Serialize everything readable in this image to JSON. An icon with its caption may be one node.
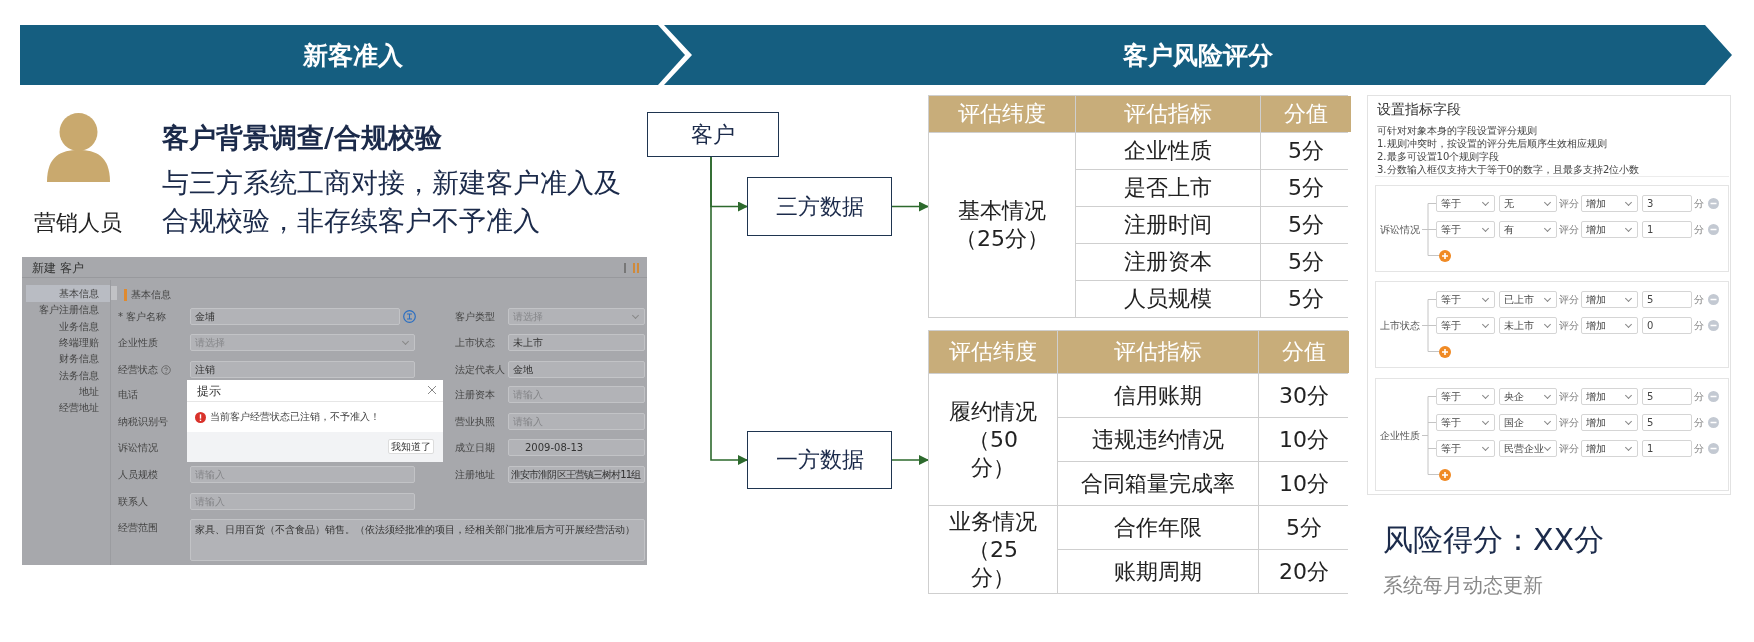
{
  "diagram": {
    "nodes": [
      {
        "text": [
          "新客准入"
        ]
      },
      {
        "text": [
          "客户风险评分"
        ]
      },
      {
        "text": [
          "客户"
        ]
      },
      {
        "text": [
          "三方数据"
        ]
      },
      {
        "text": [
          "一方数据"
        ]
      },
      {
        "text": [
          "评估纬度",
          "评估指标",
          "分值",
          "基本情况（25分）",
          "企业性质",
          "5分",
          "是否上市",
          "5分",
          "注册时间",
          "5分",
          "注册资本",
          "5分",
          "人员规模",
          "5分"
        ]
      },
      {
        "text": [
          "评估纬度",
          "评估指标",
          "分值",
          "履约情况（50分）",
          "信用账期",
          "30分",
          "违规违约情况",
          "10分",
          "合同箱量完成率",
          "10分",
          "业务情况（25分）",
          "合作年限",
          "5分",
          "账期周期",
          "20分"
        ]
      }
    ],
    "edges": [
      {
        "from": 2,
        "to": 3,
        "arrow": "to"
      },
      {
        "from": 2,
        "to": 4,
        "arrow": "to"
      },
      {
        "from": 3,
        "to": 5,
        "arrow": "to"
      },
      {
        "from": 4,
        "to": 6,
        "arrow": "to"
      }
    ],
    "labels": [
      "营销人员",
      "客户背景调查/合规校验",
      "与三方系统工商对接，新建客户准入及合规校验，非存续客户不予准入",
      "风险得分：XX分",
      "系统每月动态更新",
      "新建 客户",
      "基本信息",
      "客户注册信息",
      "业务信息",
      "终端理赔",
      "财务信息",
      "法务信息",
      "地址",
      "经营地址",
      "基本信息",
      "* 客户名称",
      "金埔",
      "企业性质",
      "请选择",
      "经营状态",
      "注销",
      "电话",
      "纳税识别号",
      "诉讼情况",
      "人员规模",
      "请输入",
      "联系人",
      "请输入",
      "经营范围",
      "家具、日用百货（不含食品）销售。（依法须经批准的项目，经相关部门批准后方可开展经营活动）",
      "客户类型",
      "请选择",
      "上市状态",
      "未上市",
      "法定代表人",
      "金地",
      "注册资本",
      "请输入",
      "营业执照",
      "请输入",
      "成立日期",
      "2009-08-13",
      "注册地址",
      "淮安市淮阴区王营镇三树村11组",
      "提示",
      "当前客户经营状态已注销，不予准入！",
      "我知道了",
      "设置指标字段",
      "可针对对象本身的字段设置评分规则",
      "1.规则冲突时，按设置的评分先后顺序生效相应规则",
      "2.最多可设置10个规则字段",
      "3.分数输入框仅支持大于等于0的数字，且最多支持2位小数",
      "诉讼情况",
      "等于",
      "无",
      "评分",
      "增加",
      "3",
      "分",
      "等于",
      "有",
      "评分",
      "增加",
      "1",
      "分",
      "上市状态",
      "等于",
      "已上市",
      "评分",
      "增加",
      "5",
      "分",
      "等于",
      "未上市",
      "评分",
      "增加",
      "0",
      "分",
      "企业性质",
      "等于",
      "央企",
      "评分",
      "增加",
      "5",
      "分",
      "等于",
      "国企",
      "评分",
      "增加",
      "5",
      "分",
      "等于",
      "民营企业",
      "评分",
      "增加",
      "1",
      "分"
    ]
  }
}
